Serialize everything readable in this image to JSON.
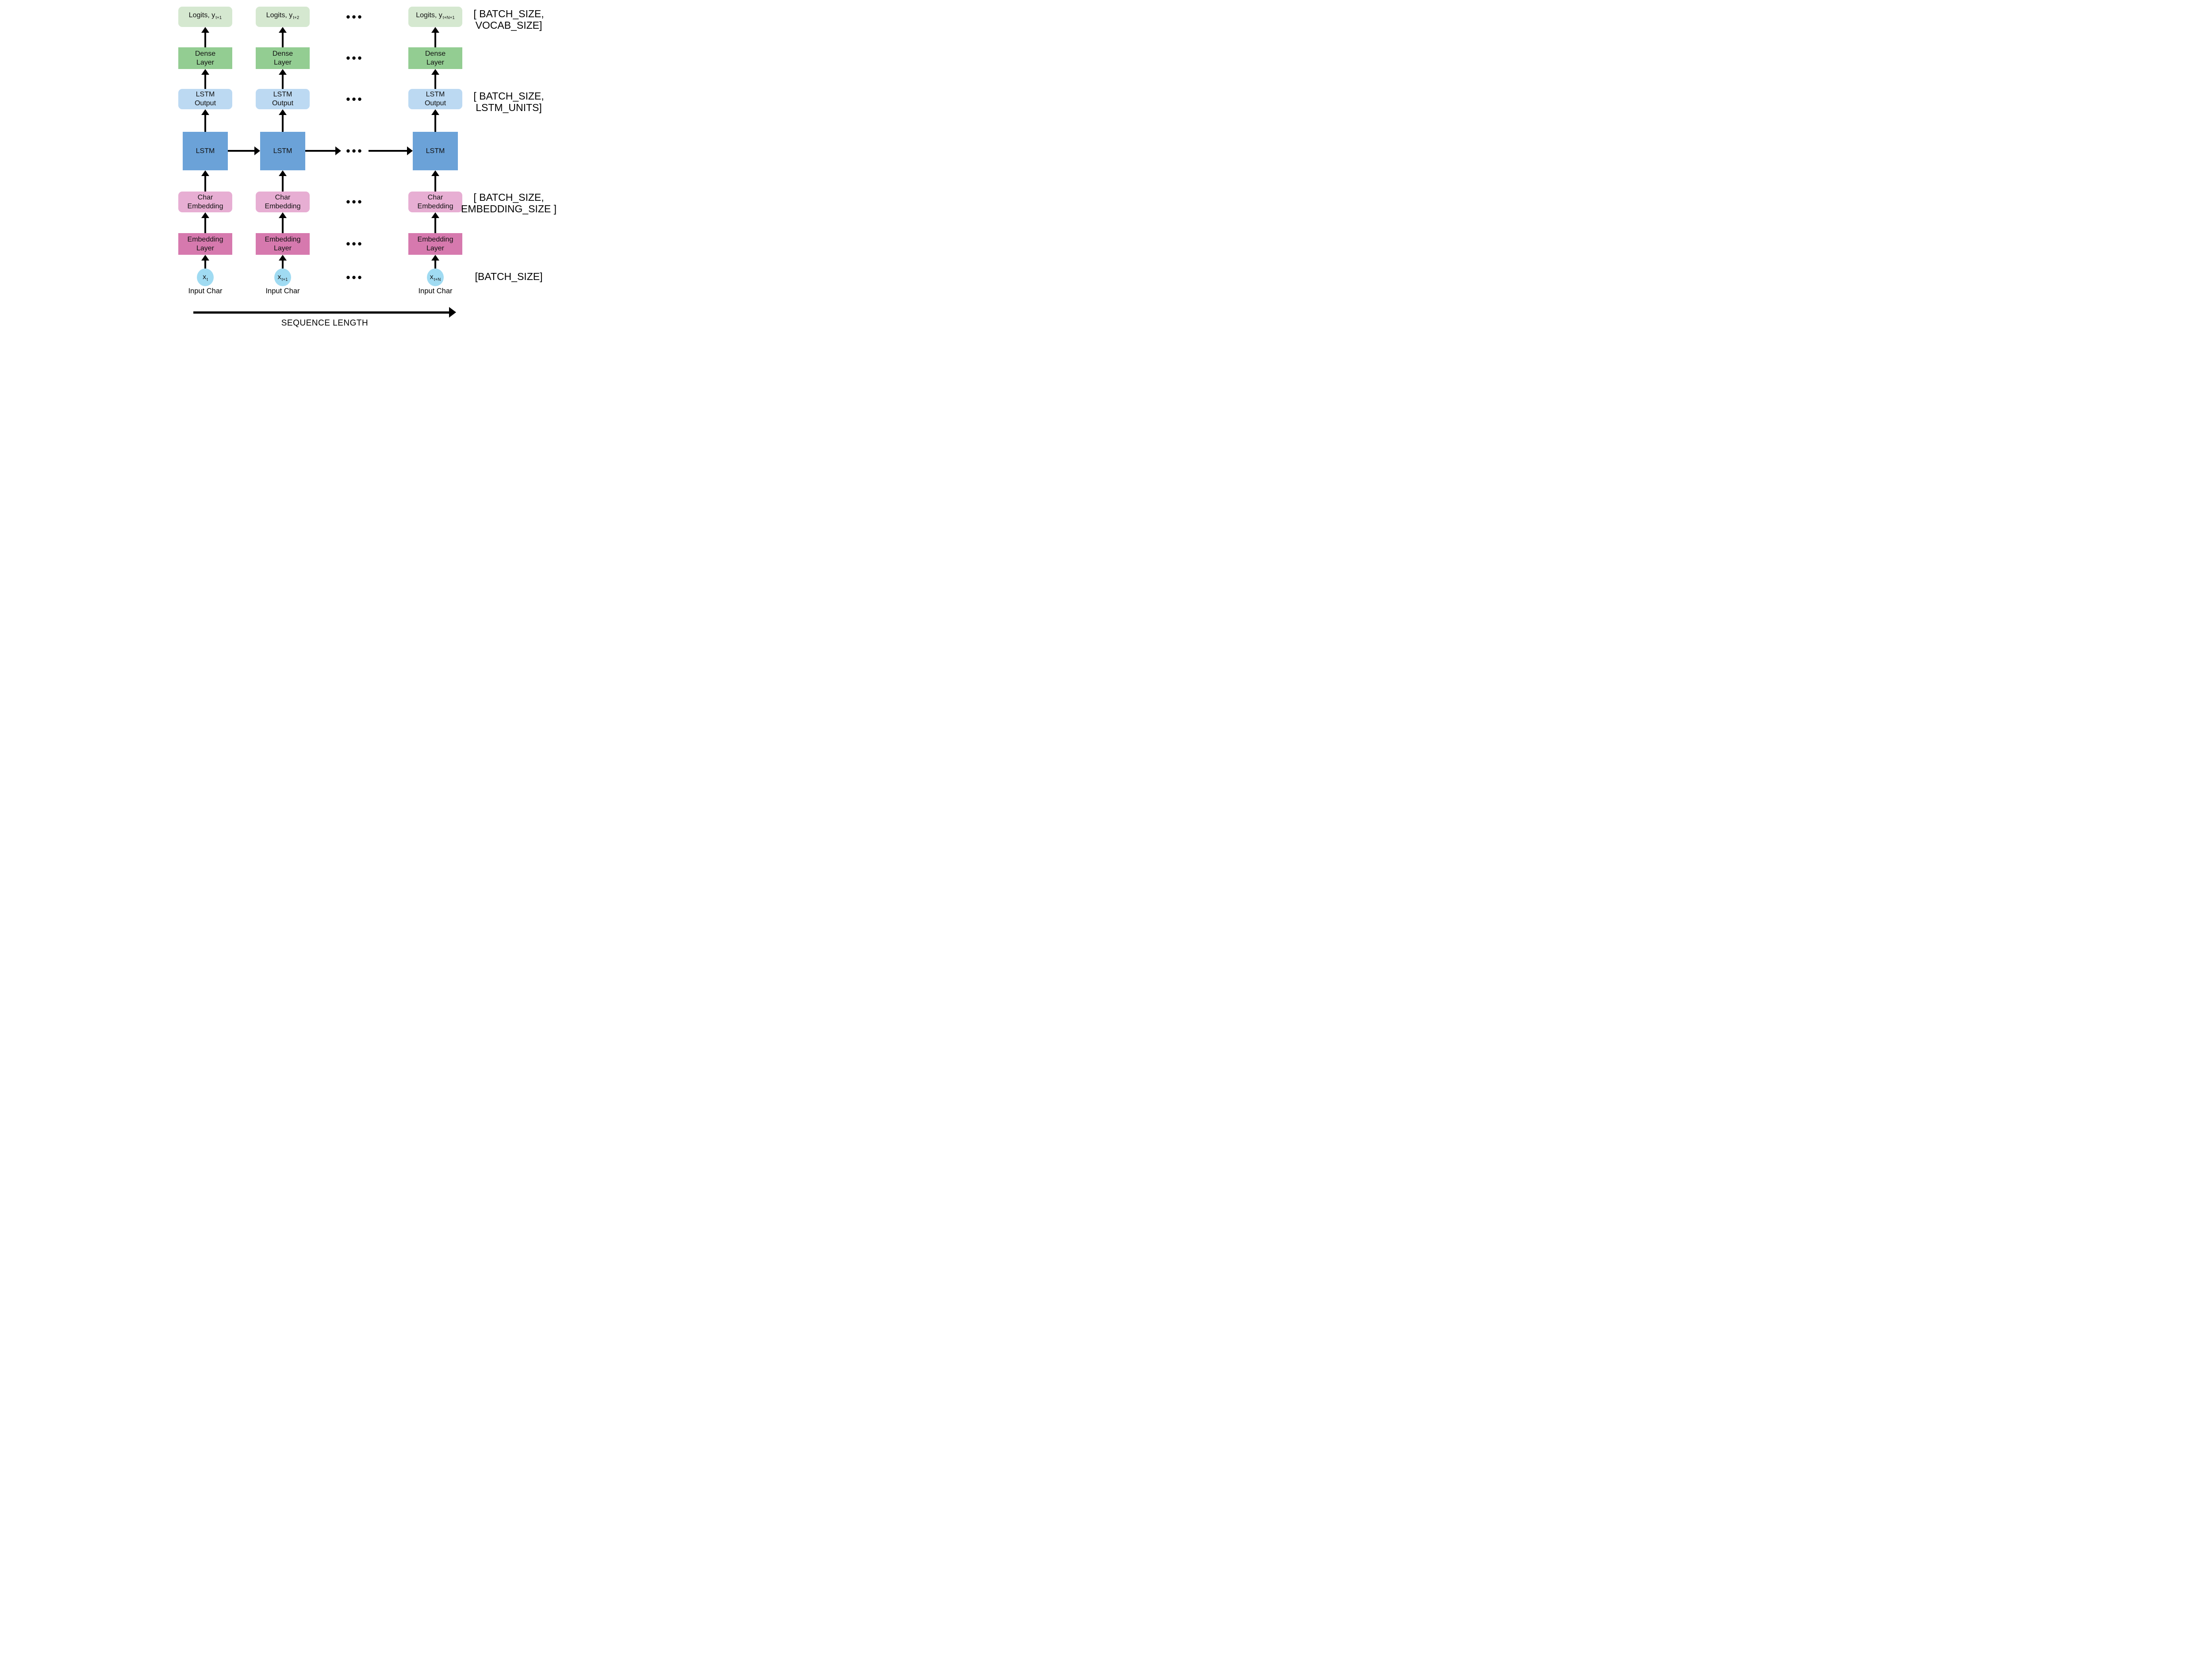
{
  "colors": {
    "logits": "#d5e8d0",
    "dense": "#93cd92",
    "lstm_output": "#bcd9f2",
    "lstm": "#6ba2d8",
    "char_embedding": "#e7aed3",
    "embedding_layer": "#d679ae",
    "input_node": "#a0dbf2",
    "arrow": "#000000",
    "text": "#000000"
  },
  "labels": {
    "logits_main": "Logits, y",
    "dense": [
      "Dense",
      "Layer"
    ],
    "lstm_output": [
      "LSTM",
      "Output"
    ],
    "lstm": "LSTM",
    "char_embedding": [
      "Char",
      "Embedding"
    ],
    "embedding_layer": [
      "Embedding",
      "Layer"
    ],
    "input_main": "x",
    "input_caption": "Input Char",
    "ellipsis": "•••"
  },
  "columns": [
    {
      "logits_sub": "t+1",
      "input_sub": "t"
    },
    {
      "logits_sub": "t+2",
      "input_sub": "t+1"
    },
    {
      "logits_sub": "t+N+1",
      "input_sub": "t+N"
    }
  ],
  "annotations": {
    "vocab_line1": "[ BATCH_SIZE,",
    "vocab_line2": "VOCAB_SIZE]",
    "lstm_line1": "[ BATCH_SIZE,",
    "lstm_line2": "LSTM_UNITS]",
    "embedding_line1": "[ BATCH_SIZE,",
    "embedding_line2": "EMBEDDING_SIZE ]",
    "batch": "[BATCH_SIZE]"
  },
  "sequence_axis": {
    "label": "SEQUENCE LENGTH"
  }
}
